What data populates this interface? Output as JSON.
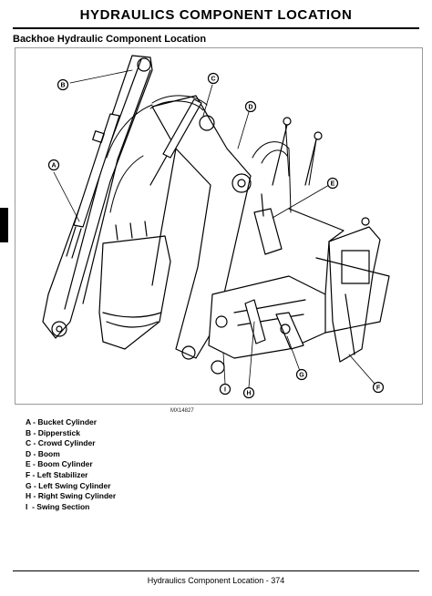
{
  "header": {
    "title": "HYDRAULICS   COMPONENT LOCATION"
  },
  "section": {
    "heading": "Backhoe Hydraulic Component Location"
  },
  "figure": {
    "id": "MX14827",
    "callouts": [
      "A",
      "B",
      "C",
      "D",
      "E",
      "F",
      "G",
      "H",
      "I"
    ]
  },
  "legend": {
    "items": [
      "A - Bucket Cylinder",
      "B - Dipperstick",
      "C - Crowd Cylinder",
      "D - Boom",
      "E - Boom Cylinder",
      "F - Left Stabilizer",
      "G - Left Swing Cylinder",
      "H - Right Swing Cylinder",
      "I  - Swing Section"
    ]
  },
  "footer": {
    "text": "Hydraulics   Component Location - 374"
  }
}
